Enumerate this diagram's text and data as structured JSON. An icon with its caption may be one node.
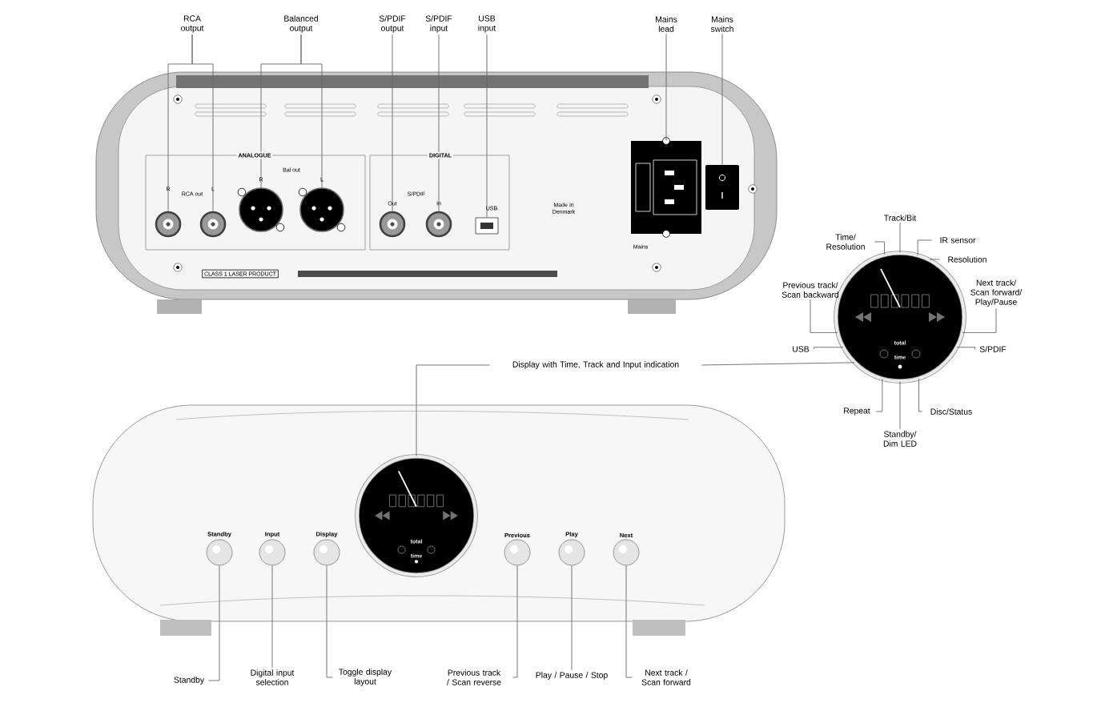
{
  "diagram": {
    "nodes": [
      {
        "text": [
          "RCA output"
        ]
      },
      {
        "text": [
          "Balanced output"
        ]
      },
      {
        "text": [
          "S/PDIF output"
        ]
      },
      {
        "text": [
          "S/PDIF input"
        ]
      },
      {
        "text": [
          "USB input"
        ]
      },
      {
        "text": [
          "Mains lead"
        ]
      },
      {
        "text": [
          "Mains switch"
        ]
      },
      {
        "text": [],
        "shape": "circle"
      },
      {
        "text": [],
        "shape": "circle"
      },
      {
        "text": [],
        "shape": "circle"
      },
      {
        "text": [],
        "shape": "circle"
      },
      {
        "text": [],
        "shape": "circle"
      },
      {
        "text": [],
        "shape": "circle"
      },
      {
        "text": [],
        "shape": "box"
      },
      {
        "text": [],
        "shape": "box"
      },
      {
        "text": [],
        "shape": "box"
      },
      {
        "text": [],
        "shape": "circle"
      },
      {
        "text": [
          "Track/Bit"
        ]
      },
      {
        "text": [
          "Time/ Resolution"
        ]
      },
      {
        "text": [
          "IR sensor"
        ]
      },
      {
        "text": [
          "Resolution"
        ]
      },
      {
        "text": [
          "Previous track/ Scan backward"
        ]
      },
      {
        "text": [
          "Next track/ Scan forward/ Play/Pause"
        ]
      },
      {
        "text": [
          "USB"
        ]
      },
      {
        "text": [
          "S/PDIF"
        ]
      },
      {
        "text": [
          "Repeat"
        ]
      },
      {
        "text": [
          "Standby/ Dim LED"
        ]
      },
      {
        "text": [
          "Disc/Status"
        ]
      },
      {
        "text": [
          "Display with Time, Track and Input indication"
        ]
      },
      {
        "text": [],
        "shape": "circle"
      },
      {
        "text": [
          "Standby"
        ]
      },
      {
        "text": [
          "Input"
        ]
      },
      {
        "text": [
          "Display"
        ]
      },
      {
        "text": [
          "Previous"
        ]
      },
      {
        "text": [
          "Play"
        ]
      },
      {
        "text": [
          "Next"
        ]
      },
      {
        "text": [
          "Standby"
        ]
      },
      {
        "text": [
          "Digital input selection"
        ]
      },
      {
        "text": [
          "Toggle display layout"
        ]
      },
      {
        "text": [
          "Previous track / Scan reverse"
        ]
      },
      {
        "text": [
          "Play / Pause / Stop"
        ]
      },
      {
        "text": [
          "Next track / Scan forward"
        ]
      }
    ],
    "edges": [
      {
        "from": 0,
        "to": 7,
        "arrow": "none"
      },
      {
        "from": 0,
        "to": 8,
        "arrow": "none"
      },
      {
        "from": 1,
        "to": 9,
        "arrow": "none"
      },
      {
        "from": 1,
        "to": 10,
        "arrow": "none"
      },
      {
        "from": 2,
        "to": 11,
        "arrow": "none"
      },
      {
        "from": 3,
        "to": 12,
        "arrow": "none"
      },
      {
        "from": 4,
        "to": 13,
        "arrow": "none"
      },
      {
        "from": 5,
        "to": 14,
        "arrow": "none"
      },
      {
        "from": 6,
        "to": 15,
        "arrow": "none"
      },
      {
        "from": 17,
        "to": 16,
        "arrow": "none"
      },
      {
        "from": 18,
        "to": 16,
        "arrow": "none"
      },
      {
        "from": 19,
        "to": 16,
        "arrow": "none"
      },
      {
        "from": 20,
        "to": 16,
        "arrow": "none"
      },
      {
        "from": 21,
        "to": 16,
        "arrow": "none"
      },
      {
        "from": 22,
        "to": 16,
        "arrow": "none"
      },
      {
        "from": 23,
        "to": 16,
        "arrow": "none"
      },
      {
        "from": 24,
        "to": 16,
        "arrow": "none"
      },
      {
        "from": 25,
        "to": 16,
        "arrow": "none"
      },
      {
        "from": 26,
        "to": 16,
        "arrow": "none"
      },
      {
        "from": 27,
        "to": 16,
        "arrow": "none"
      },
      {
        "from": 28,
        "to": 29,
        "arrow": "none"
      },
      {
        "from": 28,
        "to": 16,
        "arrow": "none"
      },
      {
        "from": 36,
        "to": 30,
        "arrow": "none"
      },
      {
        "from": 37,
        "to": 31,
        "arrow": "none"
      },
      {
        "from": 38,
        "to": 32,
        "arrow": "none"
      },
      {
        "from": 39,
        "to": 33,
        "arrow": "none"
      },
      {
        "from": 40,
        "to": 34,
        "arrow": "none"
      },
      {
        "from": 41,
        "to": 35,
        "arrow": "none"
      }
    ],
    "labels": [
      "ANALOGUE",
      "R",
      "RCA out",
      "L",
      "Bal out",
      "R",
      "L",
      "DIGITAL",
      "S/PDIF",
      "Out",
      "In",
      "USB",
      "Made in Denmark",
      "CLASS 1 LASER PRODUCT",
      "Mains",
      "total",
      "time",
      "total",
      "time"
    ]
  }
}
